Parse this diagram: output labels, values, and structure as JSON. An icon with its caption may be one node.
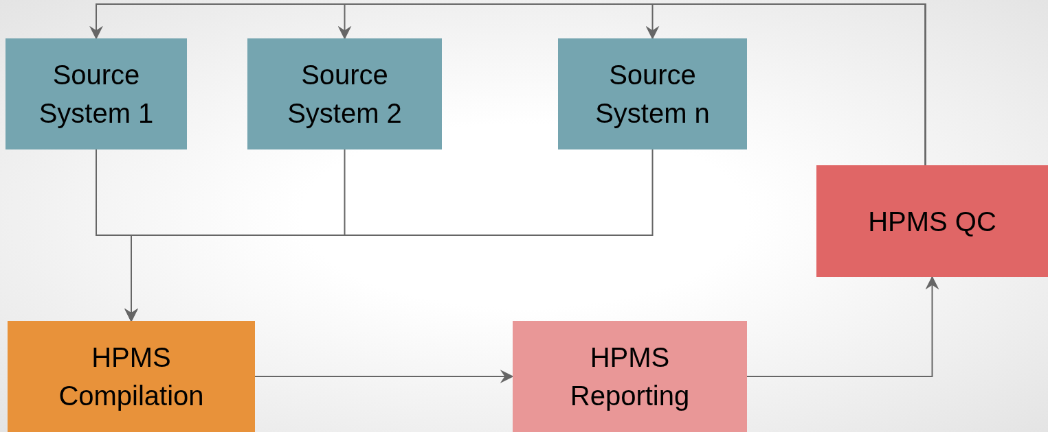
{
  "diagram": {
    "nodes": [
      {
        "text": [
          "Source System 1"
        ]
      },
      {
        "text": [
          "Source System 2"
        ]
      },
      {
        "text": [
          "Source System n"
        ]
      },
      {
        "text": [
          "HPMS QC"
        ]
      },
      {
        "text": [
          "HPMS Compilation"
        ]
      },
      {
        "text": [
          "HPMS Reporting"
        ]
      }
    ],
    "edges": [
      {
        "from": 0,
        "to": 4,
        "arrow": "to"
      },
      {
        "from": 1,
        "to": 4,
        "arrow": "to"
      },
      {
        "from": 2,
        "to": 4,
        "arrow": "to"
      },
      {
        "from": 4,
        "to": 5,
        "arrow": "to"
      },
      {
        "from": 5,
        "to": 3,
        "arrow": "to"
      },
      {
        "from": 3,
        "to": 0,
        "arrow": "to"
      },
      {
        "from": 3,
        "to": 1,
        "arrow": "to"
      },
      {
        "from": 3,
        "to": 2,
        "arrow": "to"
      }
    ]
  }
}
